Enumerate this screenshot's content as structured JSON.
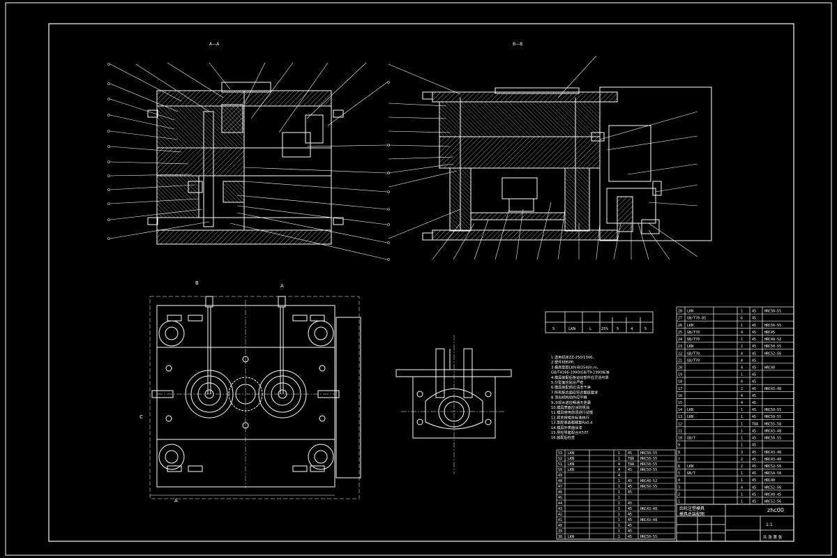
{
  "views": {
    "section_a": "A—A",
    "section_b": "B—B",
    "view_c": "C",
    "label_a": "A",
    "label_b": "B"
  },
  "tech_requirements": {
    "lines": [
      "1.选用机床ZZ-250/1300。",
      "2.塑件材料PP。",
      "3.模具型腔LKN-BI3540n.m。",
      "GB/T4166-1990/GB/T9-1990标准",
      "4.模具装配后各运动部件应灵活可靠",
      "5.分型面应贴合严密",
      "6.模具装配前应清洗干净",
      "7.所有配合面应符合图纸要求",
      "8.顶出机构动作应平稳",
      "9.冷却水道应畅通无泄漏",
      "10.模具表面应涂防锈油",
      "11.模具使用前须进行试模",
      "12.其余按相关标准执行",
      "13.型腔表面粗糙度Ra0.4",
      "14.模具外表面涂漆",
      "15.导柱导套配合H7/f7",
      "16.装配后检查"
    ]
  },
  "rev_table": {
    "headers": [
      "",
      "",
      "",
      "",
      "",
      "",
      ""
    ],
    "row": [
      "5",
      "LKN",
      "L",
      "25%",
      "5",
      "4",
      "5"
    ]
  },
  "title_block": {
    "title_line1": "齿轮注塑模具",
    "title_line2": "模具总装配图",
    "code": "zhc00",
    "scale": "1:1",
    "sheet": "共 张 第 张"
  },
  "bom_right": [
    {
      "no": "28",
      "name": "LKN",
      "qty": "1",
      "mat": "45",
      "note": "HRC50-55"
    },
    {
      "no": "27",
      "name": "GB/T70-85",
      "qty": "6",
      "mat": "45",
      "note": ""
    },
    {
      "no": "26",
      "name": "LKN",
      "qty": "1",
      "mat": "45",
      "note": "HRC50-55"
    },
    {
      "no": "25",
      "name": "GB/T70",
      "qty": "4",
      "mat": "45",
      "note": "HRC45"
    },
    {
      "no": "24",
      "name": "GB/T70",
      "qty": "1",
      "mat": "45",
      "note": "HRC48-52"
    },
    {
      "no": "23",
      "name": "LKN",
      "qty": "2",
      "mat": "45",
      "note": "HRC50-55"
    },
    {
      "no": "22",
      "name": "GB/T70",
      "qty": "4",
      "mat": "45",
      "note": "HRC52-56"
    },
    {
      "no": "21",
      "name": "GB/T70",
      "qty": "4",
      "mat": "45",
      "note": ""
    },
    {
      "no": "20",
      "name": "",
      "qty": "4",
      "mat": "45",
      "note": "HRC40"
    },
    {
      "no": "19",
      "name": "",
      "qty": "1",
      "mat": "45",
      "note": ""
    },
    {
      "no": "18",
      "name": "",
      "qty": "4",
      "mat": "45",
      "note": ""
    },
    {
      "no": "17",
      "name": "",
      "qty": "2",
      "mat": "45",
      "note": "HRC43-48"
    },
    {
      "no": "16",
      "name": "",
      "qty": "4",
      "mat": "45",
      "note": ""
    },
    {
      "no": "15",
      "name": "",
      "qty": "4",
      "mat": "45",
      "note": ""
    },
    {
      "no": "14",
      "name": "LKN",
      "qty": "1",
      "mat": "45",
      "note": "HRC50-55"
    },
    {
      "no": "13",
      "name": "LKN",
      "qty": "1",
      "mat": "45",
      "note": "HRC50-55"
    },
    {
      "no": "12",
      "name": "",
      "qty": "1",
      "mat": "T8A",
      "note": "HRC55-58"
    },
    {
      "no": "11",
      "name": "",
      "qty": "1",
      "mat": "45",
      "note": "HRC43-48"
    },
    {
      "no": "10",
      "name": "GB/T",
      "qty": "1",
      "mat": "45",
      "note": "HRC50-55"
    },
    {
      "no": "9",
      "name": "",
      "qty": "1",
      "mat": "45",
      "note": ""
    },
    {
      "no": "8",
      "name": "",
      "qty": "3",
      "mat": "45",
      "note": "HRC43-48"
    },
    {
      "no": "7",
      "name": "",
      "qty": "2",
      "mat": "45",
      "note": "HRC43-48"
    },
    {
      "no": "6",
      "name": "LKN",
      "qty": "2",
      "mat": "45",
      "note": "HRC52-56"
    },
    {
      "no": "5",
      "name": "GB/T",
      "qty": "1",
      "mat": "45",
      "note": "HRC54-58"
    },
    {
      "no": "4",
      "name": "",
      "qty": "1",
      "mat": "45",
      "note": "HRC40"
    },
    {
      "no": "3",
      "name": "",
      "qty": "4",
      "mat": "45",
      "note": "HRC52-56"
    },
    {
      "no": "2",
      "name": "",
      "qty": "1",
      "mat": "45",
      "note": "HRC40-45"
    },
    {
      "no": "1",
      "name": "",
      "qty": "1",
      "mat": "45",
      "note": "HRC52-56"
    }
  ],
  "bom_left": [
    {
      "no": "53",
      "name": "LKN",
      "qty": "1",
      "mat": "45",
      "note": "HRC50-55"
    },
    {
      "no": "52",
      "name": "LKN",
      "qty": "1",
      "mat": "T8A",
      "note": "HRC50-55"
    },
    {
      "no": "51",
      "name": "LKN",
      "qty": "4",
      "mat": "T8A",
      "note": "HRC50-55"
    },
    {
      "no": "50",
      "name": "LKN",
      "qty": "4",
      "mat": "45",
      "note": "HRC50-55"
    },
    {
      "no": "49",
      "name": "",
      "qty": "4",
      "mat": "",
      "note": ""
    },
    {
      "no": "48",
      "name": "",
      "qty": "1",
      "mat": "45",
      "note": "HRC48-52"
    },
    {
      "no": "47",
      "name": "",
      "qty": "1",
      "mat": "45",
      "note": "HRC50-55"
    },
    {
      "no": "46",
      "name": "",
      "qty": "1",
      "mat": "45",
      "note": ""
    },
    {
      "no": "45",
      "name": "",
      "qty": "1",
      "mat": "",
      "note": ""
    },
    {
      "no": "44",
      "name": "",
      "qty": "1",
      "mat": "45",
      "note": ""
    },
    {
      "no": "43",
      "name": "",
      "qty": "1",
      "mat": "45",
      "note": "HRC43-48"
    },
    {
      "no": "42",
      "name": "",
      "qty": "1",
      "mat": "45",
      "note": ""
    },
    {
      "no": "41",
      "name": "",
      "qty": "1",
      "mat": "45",
      "note": "HRC43-48"
    },
    {
      "no": "40",
      "name": "",
      "qty": "1",
      "mat": "45",
      "note": ""
    },
    {
      "no": "39",
      "name": "",
      "qty": "1",
      "mat": "45",
      "note": ""
    },
    {
      "no": "38",
      "name": "LKN",
      "qty": "1",
      "mat": "45",
      "note": "HRC50-55"
    }
  ]
}
